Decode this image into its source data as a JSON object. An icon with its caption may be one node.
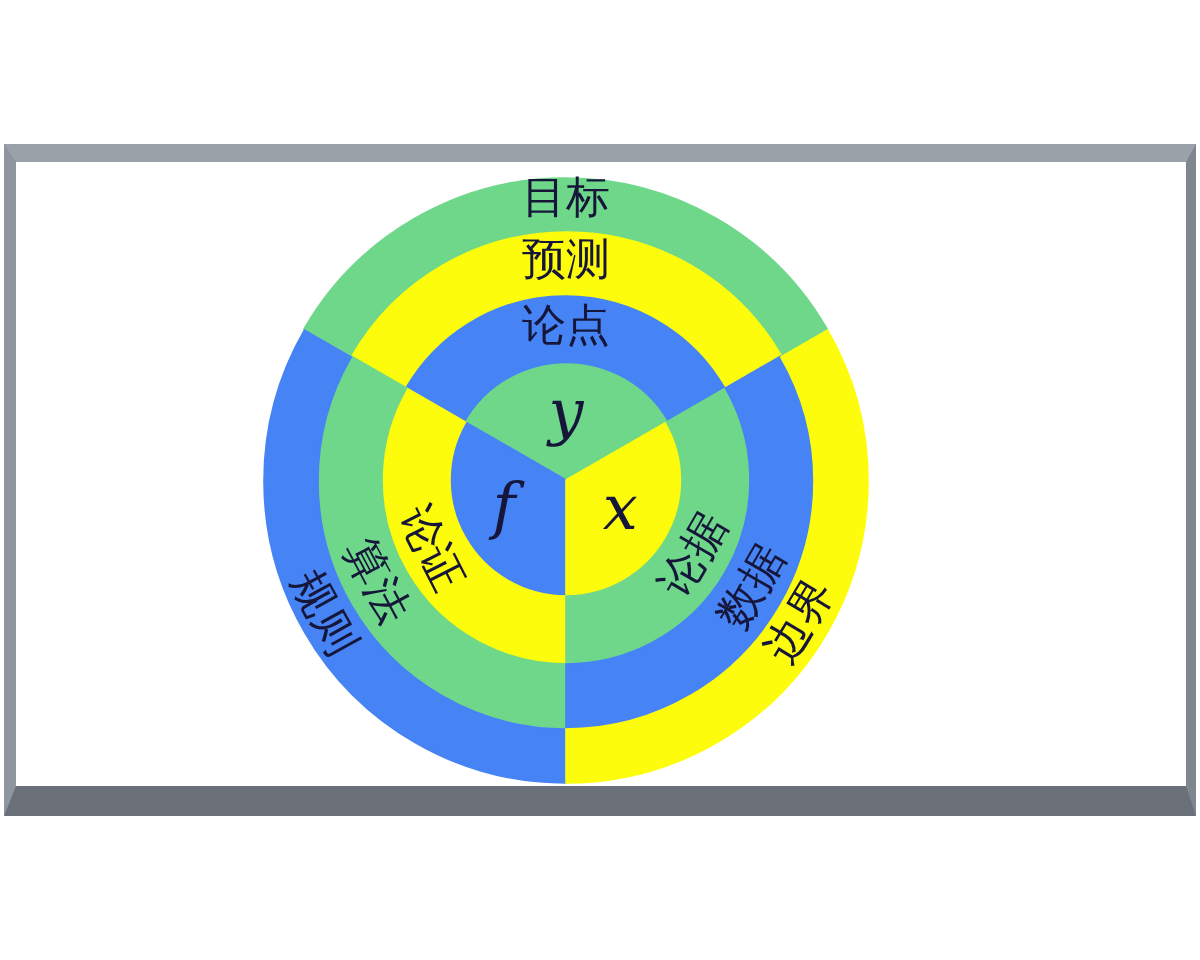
{
  "diagram": {
    "nodes": [
      {
        "text": [
          "目标"
        ]
      },
      {
        "text": [
          "预测"
        ]
      },
      {
        "text": [
          "论点"
        ]
      },
      {
        "text": [
          "y"
        ]
      },
      {
        "text": [
          "f"
        ]
      },
      {
        "text": [
          "x"
        ]
      },
      {
        "text": [
          "论证"
        ]
      },
      {
        "text": [
          "论据"
        ]
      },
      {
        "text": [
          "算法"
        ]
      },
      {
        "text": [
          "数据"
        ]
      },
      {
        "text": [
          "规则"
        ]
      },
      {
        "text": [
          "边界"
        ]
      }
    ]
  }
}
